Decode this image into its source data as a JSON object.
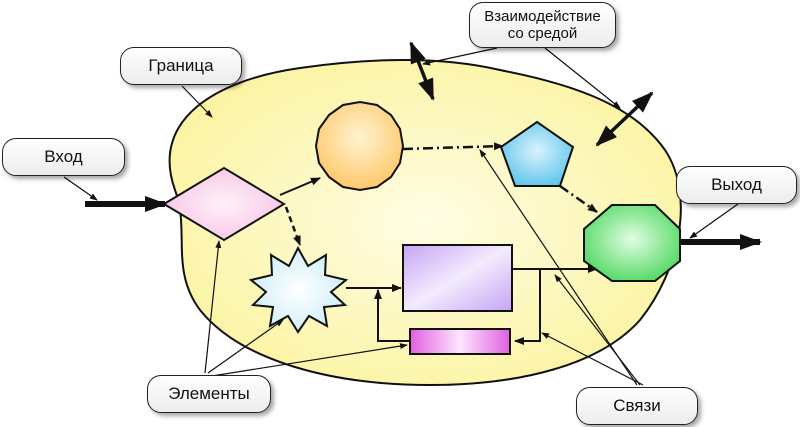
{
  "labels": {
    "boundary": "Граница",
    "input": "Вход",
    "output": "Выход",
    "environment_line1": "Взаимодействие",
    "environment_line2": "со средой",
    "elements": "Элементы",
    "links": "Связи"
  },
  "colors": {
    "system_fill": "#fdf7b2",
    "circle_fill": "#fdd98a",
    "pentagon_fill": "#8ad6f2",
    "octagon_fill": "#7fe88a",
    "diamond_fill": "#fbd5ec",
    "star_fill": "#dff5fb",
    "rect_fill": "#d5b8f7",
    "small_rect_fill": "#e87ae8",
    "stroke": "#111111"
  }
}
